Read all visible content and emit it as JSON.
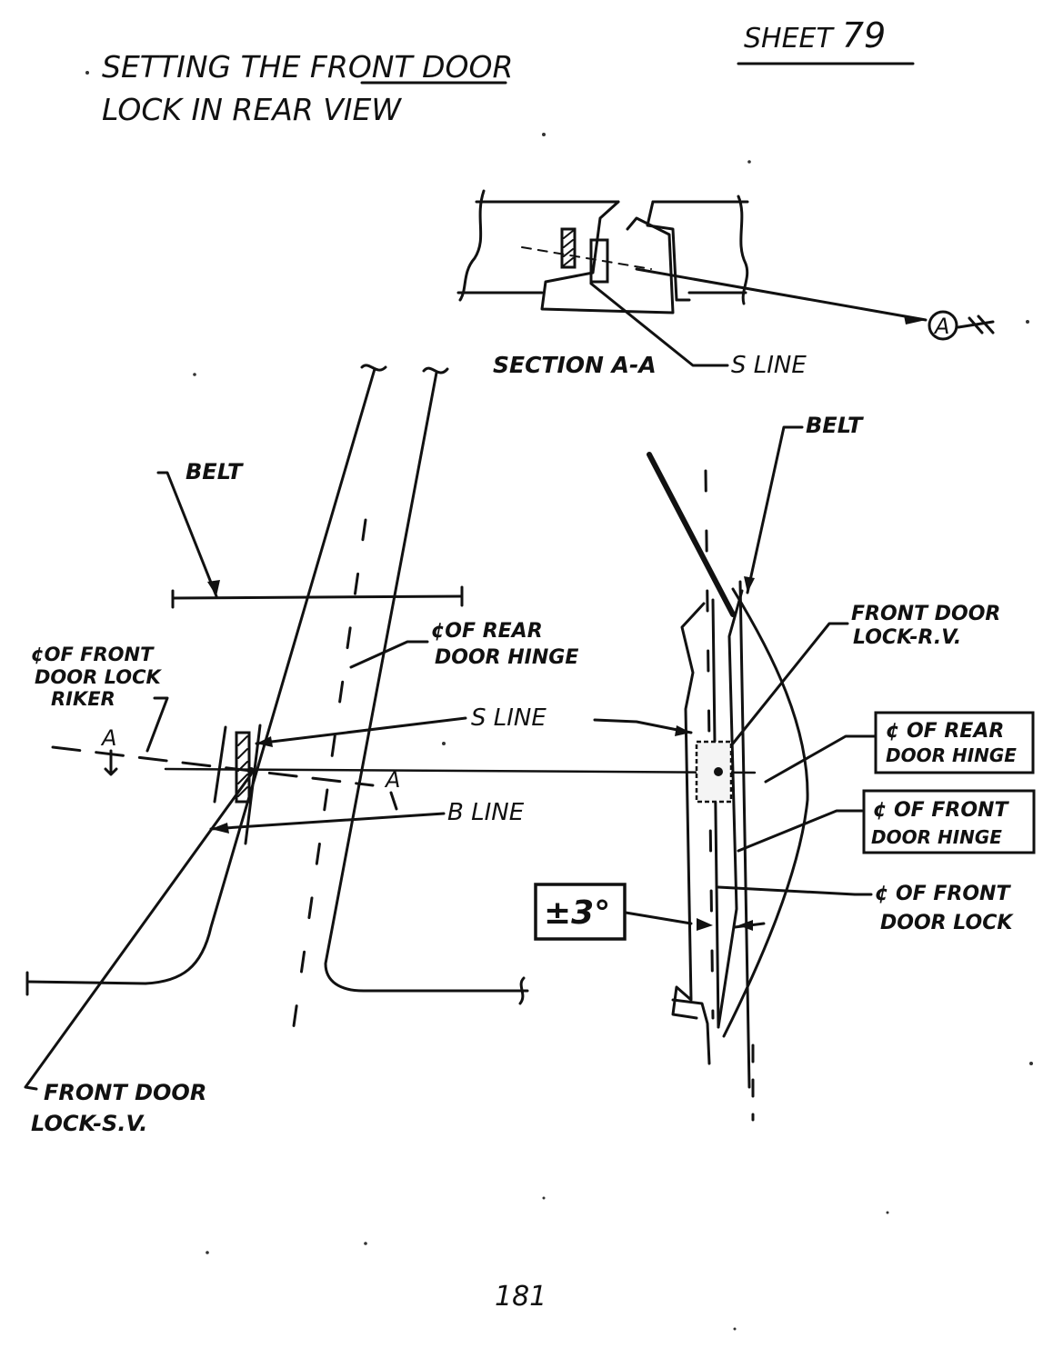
{
  "sheet": {
    "label": "SHEET",
    "number": "79"
  },
  "title": {
    "line1_pre": "SETTING THE ",
    "line1_emph": "FRONT",
    "line1_post": " DOOR",
    "line2": "LOCK IN REAR VIEW"
  },
  "section": {
    "caption": "SECTION A-A",
    "s_line": "S LINE",
    "view_marker": "A"
  },
  "side_view": {
    "belt": "BELT",
    "cl_rear_hinge_line1": "¢OF REAR",
    "cl_rear_hinge_line2": "DOOR HINGE",
    "cl_front_lock_line1": "¢OF FRONT",
    "cl_front_lock_line2": "DOOR LOCK",
    "cl_front_lock_line3": "RIKER",
    "s_line": "S LINE",
    "b_line": "B LINE",
    "section_a_left": "A",
    "section_a_right": "A",
    "lock_sv_line1": "FRONT DOOR",
    "lock_sv_line2": "LOCK-S.V."
  },
  "rear_view": {
    "belt": "BELT",
    "lock_rv_line1": "FRONT DOOR",
    "lock_rv_line2": "LOCK-R.V.",
    "box_rear_hinge_line1": "¢ OF REAR",
    "box_rear_hinge_line2": "DOOR HINGE",
    "box_front_hinge_line1": "¢ OF FRONT",
    "box_front_hinge_line2": "DOOR HINGE",
    "cl_front_lock_line1": "¢ OF FRONT",
    "cl_front_lock_line2": "DOOR LOCK",
    "angle": "±3°"
  },
  "page_number": "181"
}
